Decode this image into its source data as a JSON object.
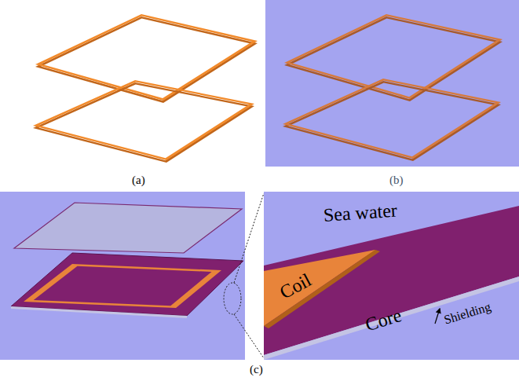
{
  "diagram": {
    "labels": [
      "(a)",
      "(b)",
      "(c)",
      "Sea water",
      "Coil",
      "Core",
      "Shielding"
    ]
  }
}
